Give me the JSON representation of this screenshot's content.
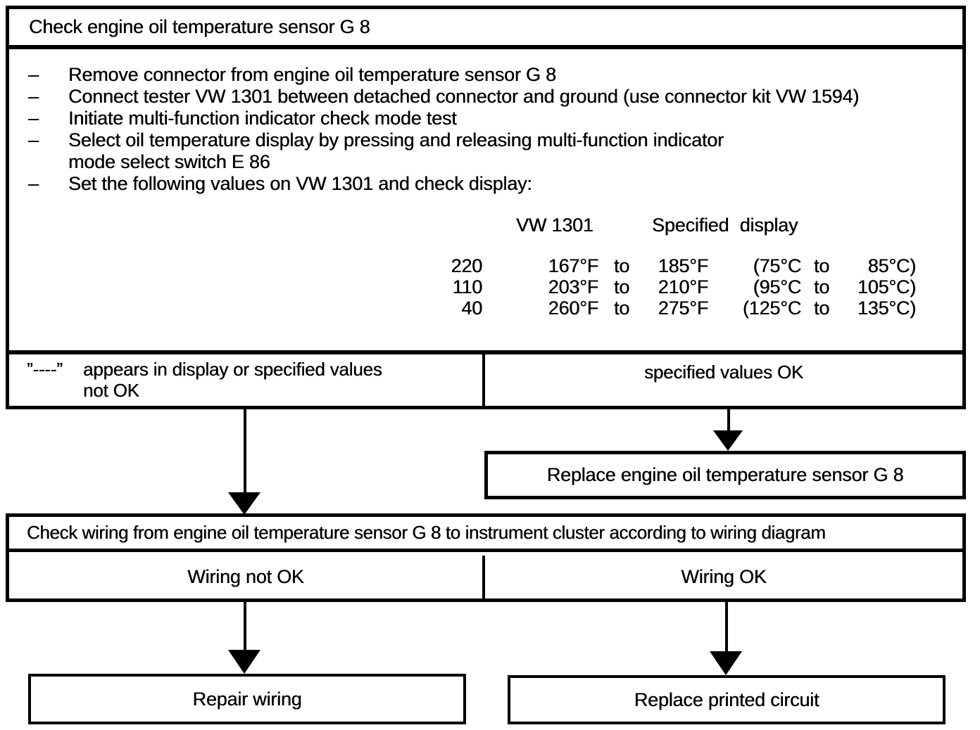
{
  "flowchart": {
    "title": "Check engine oil temperature sensor G 8",
    "bullet": "–",
    "steps": [
      {
        "text": "Remove connector from engine oil temperature sensor G 8"
      },
      {
        "text": "Connect tester VW 1301 between detached connector and ground (use connector kit VW 1594)"
      },
      {
        "text": "Initiate multi-function indicator check mode test"
      },
      {
        "text": "Select oil temperature display by pressing and releasing multi-function indicator"
      },
      {
        "text": "mode select switch E 86"
      },
      {
        "text": "Set the following values on VW 1301 and check display:"
      }
    ],
    "table": {
      "headers": [
        "VW 1301",
        "Specified display"
      ],
      "rows": [
        [
          "220",
          "167°F",
          "to",
          "185°F",
          "(75°C",
          "to",
          "85°C)"
        ],
        [
          "110",
          "203°F",
          "to",
          "210°F",
          "(95°C",
          "to",
          "105°C)"
        ],
        [
          "40",
          "260°F",
          "to",
          "275°F",
          "(125°C",
          "to",
          "135°C)"
        ]
      ]
    },
    "branch_fail_code": "”----”",
    "branch_fail_text": "appears in display or specified values",
    "branch_fail_text2": "not OK",
    "branch_pass": "specified values OK",
    "replace_sensor": "Replace engine oil temperature sensor G 8",
    "wiring_title": "Check wiring from engine oil temperature sensor G 8 to instrument cluster according to wiring diagram",
    "wiring_fail": "Wiring not OK",
    "wiring_pass": "Wiring OK",
    "repair_wiring": "Repair wiring",
    "replace_printed_circuit": "Replace printed circuit"
  }
}
